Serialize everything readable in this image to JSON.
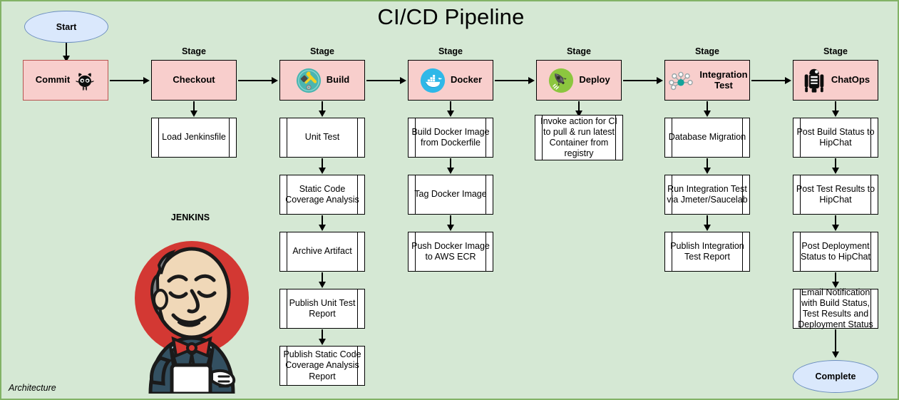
{
  "diagram": {
    "title": "CI/CD Pipeline",
    "corner_label": "Architecture",
    "stage_caption": "Stage",
    "background_color": "#d5e8d4",
    "border_color": "#82b366",
    "stage_fill": "#f8cecc",
    "stage_stroke": "#b85450",
    "terminal_fill": "#dae8fc",
    "terminal_stroke": "#6c8ebf",
    "process_fill": "#ffffff",
    "process_stroke": "#000000"
  },
  "terminals": {
    "start": "Start",
    "complete": "Complete"
  },
  "mascot": {
    "label": "JENKINS",
    "icon": "jenkins-butler-icon"
  },
  "columns": [
    {
      "id": "commit",
      "stage_caption": "",
      "header": {
        "label": "Commit",
        "icon": "github-octocat-icon"
      },
      "steps": []
    },
    {
      "id": "checkout",
      "stage_caption": "Stage",
      "header": {
        "label": "Checkout",
        "icon": ""
      },
      "steps": [
        "Load Jenkinsfile"
      ]
    },
    {
      "id": "build",
      "stage_caption": "Stage",
      "header": {
        "label": "Build",
        "icon": "build-tools-icon"
      },
      "steps": [
        "Unit Test",
        "Static Code Coverage Analysis",
        "Archive Artifact",
        "Publish Unit Test Report",
        "Publish Static Code Coverage Analysis Report"
      ]
    },
    {
      "id": "docker",
      "stage_caption": "Stage",
      "header": {
        "label": "Docker",
        "icon": "docker-whale-icon"
      },
      "steps": [
        "Build Docker Image from Dockerfile",
        "Tag Docker Image",
        "Push Docker Image to AWS ECR"
      ]
    },
    {
      "id": "deploy",
      "stage_caption": "Stage",
      "header": {
        "label": "Deploy",
        "icon": "rocket-icon"
      },
      "steps": [
        "Invoke action for CI to pull & run latest Container from registry"
      ]
    },
    {
      "id": "integration-test",
      "stage_caption": "Stage",
      "header": {
        "label": "Integration Test",
        "icon": "network-hub-icon"
      },
      "steps": [
        "Database Migration",
        "Run Integration Test via Jmeter/Saucelab",
        "Publish Integration Test Report"
      ]
    },
    {
      "id": "chatops",
      "stage_caption": "Stage",
      "header": {
        "label": "ChatOps",
        "icon": "r2d2-robot-icon"
      },
      "steps": [
        "Post Build Status to HipChat",
        "Post Test Results to HipChat",
        "Post Deployment Status to HipChat",
        "Email Notification with Build Status, Test Results and Deployment Status"
      ]
    }
  ]
}
